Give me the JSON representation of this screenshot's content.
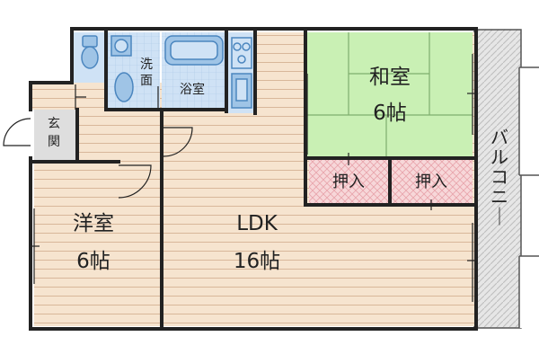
{
  "rooms": {
    "washroom": "洗\n面",
    "bathroom": "浴室",
    "entrance": "玄\n関",
    "japanese_room": {
      "name": "和室",
      "size": "6帖"
    },
    "closet_left": "押入",
    "closet_right": "押入",
    "western_room": {
      "name": "洋室",
      "size": "6帖"
    },
    "ldk": {
      "name": "LDK",
      "size": "16帖"
    },
    "balcony": "バルコニー"
  },
  "colors": {
    "wall": "#222222",
    "floor_wood": "#f6e4cf",
    "floor_stripe": "#d8b79a",
    "tatami": "#c9f0b4",
    "tatami_line": "#7fae6d",
    "closet": "#f7d7d9",
    "closet_hatch": "#e8a3ab",
    "wet_area": "#cfe2f5",
    "fixture": "#9fc4e6",
    "entrance": "#dedede",
    "balcony": "#e6e6e6",
    "balcony_hatch": "#bdbdbd"
  }
}
